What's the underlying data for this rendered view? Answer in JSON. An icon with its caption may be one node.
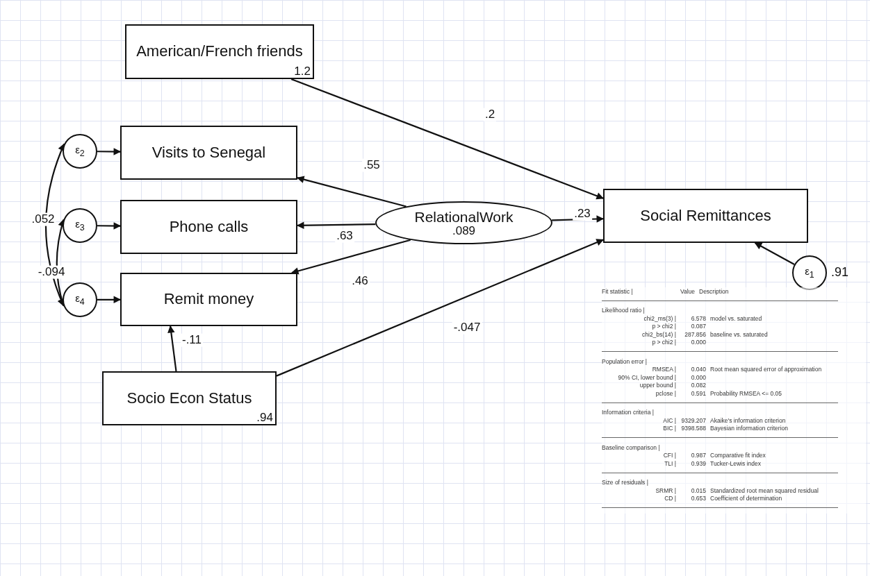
{
  "diagram": {
    "nodes": [
      {
        "text": [
          "American/French friends",
          "1.2"
        ]
      },
      {
        "text": [
          "Visits to Senegal"
        ]
      },
      {
        "text": [
          "Phone calls"
        ]
      },
      {
        "text": [
          "Remit money"
        ]
      },
      {
        "text": [
          "RelationalWork",
          ".089"
        ]
      },
      {
        "text": [
          "Social Remittances"
        ]
      },
      {
        "text": [
          "Socio Econ Status",
          ".94"
        ]
      },
      {
        "text": [
          "ε$_{1}$"
        ],
        "beside": [
          ".91"
        ]
      },
      {
        "text": [
          "ε$_{2}$"
        ]
      },
      {
        "text": [
          "ε$_{3}$"
        ]
      },
      {
        "text": [
          "ε$_{4}$"
        ]
      }
    ],
    "edges": [
      {
        "from": 0,
        "to": 5,
        "arrow": "to",
        "label": ".2"
      },
      {
        "from": 4,
        "to": 1,
        "arrow": "to",
        "label": ".55"
      },
      {
        "from": 4,
        "to": 2,
        "arrow": "to",
        "label": ".63"
      },
      {
        "from": 4,
        "to": 3,
        "arrow": "to",
        "label": ".46"
      },
      {
        "from": 4,
        "to": 5,
        "arrow": "to",
        "label": ".23"
      },
      {
        "from": 6,
        "to": 3,
        "arrow": "to",
        "label": "-.11"
      },
      {
        "from": 6,
        "to": 5,
        "arrow": "to",
        "label": "-.047"
      },
      {
        "from": 7,
        "to": 5,
        "arrow": "to"
      },
      {
        "from": 8,
        "to": 1,
        "arrow": "to"
      },
      {
        "from": 9,
        "to": 2,
        "arrow": "to"
      },
      {
        "from": 10,
        "to": 3,
        "arrow": "to"
      },
      {
        "from": 10,
        "to": 8,
        "arrow": "both",
        "label": ".052"
      },
      {
        "from": 10,
        "to": 9,
        "arrow": "both",
        "label": "-.094"
      }
    ],
    "labels": [
      "Fit statistic |",
      "Value",
      "Description",
      "Likelihood ratio |",
      "chi2_ms(3) |",
      "6.578",
      "model vs. saturated",
      "p > chi2 |",
      "0.087",
      "chi2_bs(14) |",
      "287.856",
      "baseline vs. saturated",
      "p > chi2 |",
      "0.000",
      "Population error |",
      "RMSEA |",
      "0.040",
      "Root mean squared error of approximation",
      "90% CI, lower bound |",
      "0.000",
      "upper bound |",
      "0.082",
      "pclose |",
      "0.591",
      "Probability RMSEA <= 0.05",
      "Information criteria |",
      "AIC |",
      "9329.207",
      "Akaike's information criterion",
      "BIC |",
      "9398.588",
      "Bayesian information criterion",
      "Baseline comparison |",
      "CFI |",
      "0.987",
      "Comparative fit index",
      "TLI |",
      "0.939",
      "Tucker-Lewis index",
      "Size of residuals |",
      "SRMR |",
      "0.015",
      "Standardized root mean squared residual",
      "CD |",
      "0.653",
      "Coefficient of determination"
    ]
  }
}
